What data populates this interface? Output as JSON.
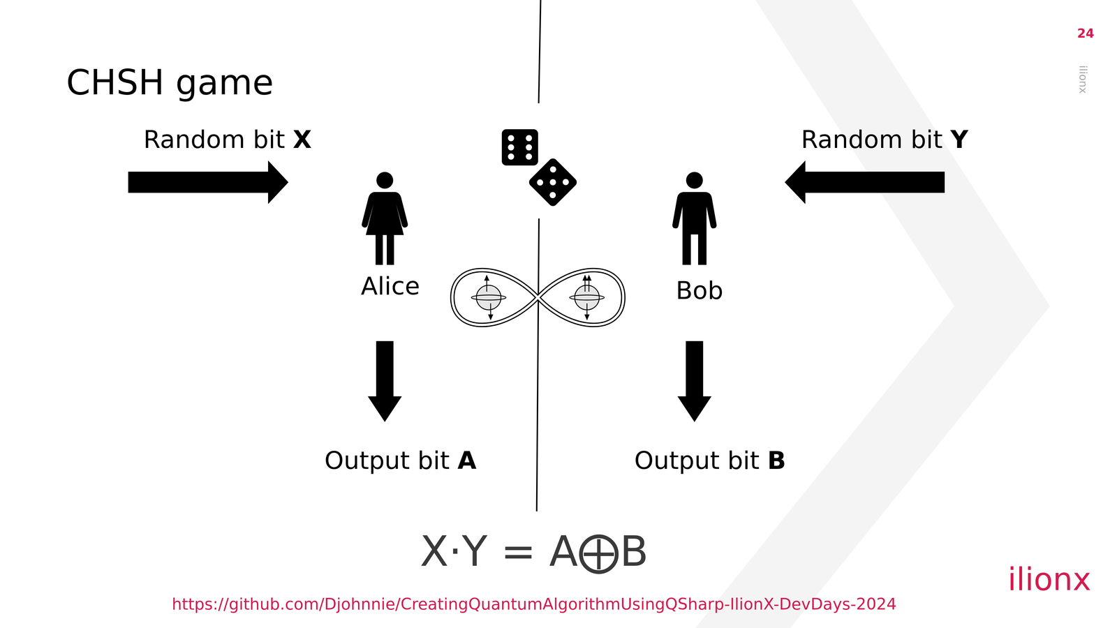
{
  "diagram": {
    "title": "CHSH game",
    "labels": [
      "24",
      "ilionx",
      "Random bit X",
      "Random bit Y",
      "Alice",
      "Bob",
      "Output bit A",
      "Output bit B",
      "X·Y = A⨁B",
      "https://github.com/Djohnnie/CreatingQuantumAlgorithmUsingQSharp-IlionX-DevDays-2024",
      "ilionx"
    ]
  }
}
